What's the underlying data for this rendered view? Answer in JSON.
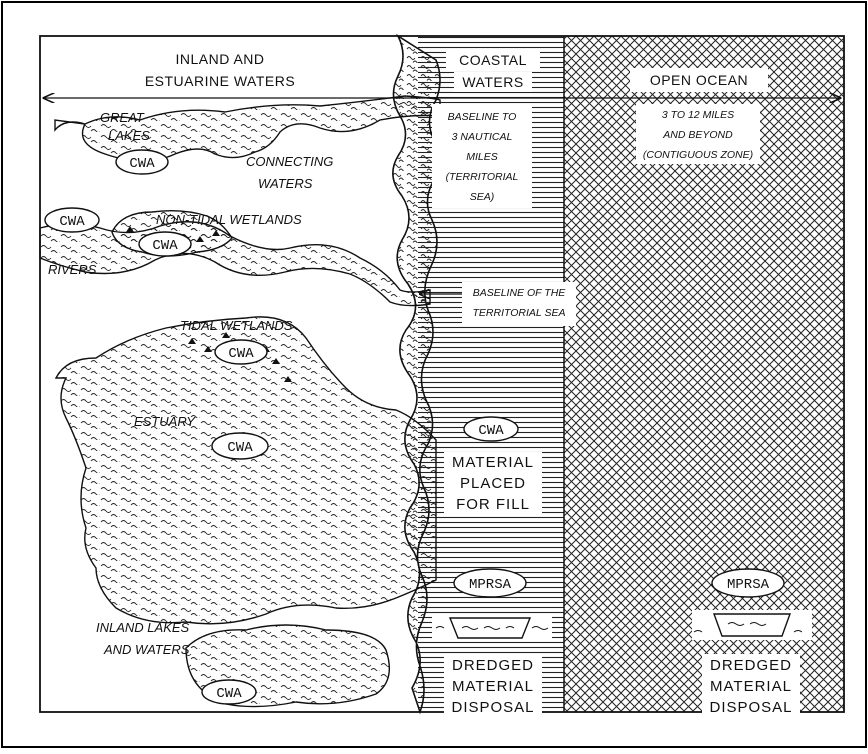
{
  "diagram": {
    "regions": {
      "inland": {
        "line1": "INLAND AND",
        "line2": "ESTUARINE WATERS"
      },
      "coastal": {
        "line1": "COASTAL",
        "line2": "WATERS"
      },
      "ocean": {
        "line1": "OPEN OCEAN"
      }
    },
    "labels": {
      "great_lakes_1": "GREAT",
      "great_lakes_2": "LAKES",
      "connecting_1": "CONNECTING",
      "connecting_2": "WATERS",
      "non_tidal": "NON-TIDAL WETLANDS",
      "rivers": "RIVERS",
      "tidal": "TIDAL WETLANDS",
      "estuary": "ESTUARY",
      "inland_lakes_1": "INLAND LAKES",
      "inland_lakes_2": "AND WATERS",
      "baseline_3nm": [
        "BASELINE TO",
        "3 NAUTICAL",
        "MILES",
        "(TERRITORIAL",
        "SEA)"
      ],
      "ocean_zone": [
        "3 TO 12 MILES",
        "AND BEYOND",
        "(CONTIGUOUS ZONE)"
      ],
      "baseline_ts": [
        "BASELINE OF THE",
        "TERRITORIAL SEA"
      ],
      "fill": [
        "MATERIAL",
        "PLACED",
        "FOR FILL"
      ],
      "dredged_coastal": [
        "DREDGED",
        "MATERIAL",
        "DISPOSAL"
      ],
      "dredged_ocean": [
        "DREDGED",
        "MATERIAL",
        "DISPOSAL"
      ]
    },
    "badges": {
      "cwa": "CWA",
      "mprsa": "MPRSA"
    }
  }
}
